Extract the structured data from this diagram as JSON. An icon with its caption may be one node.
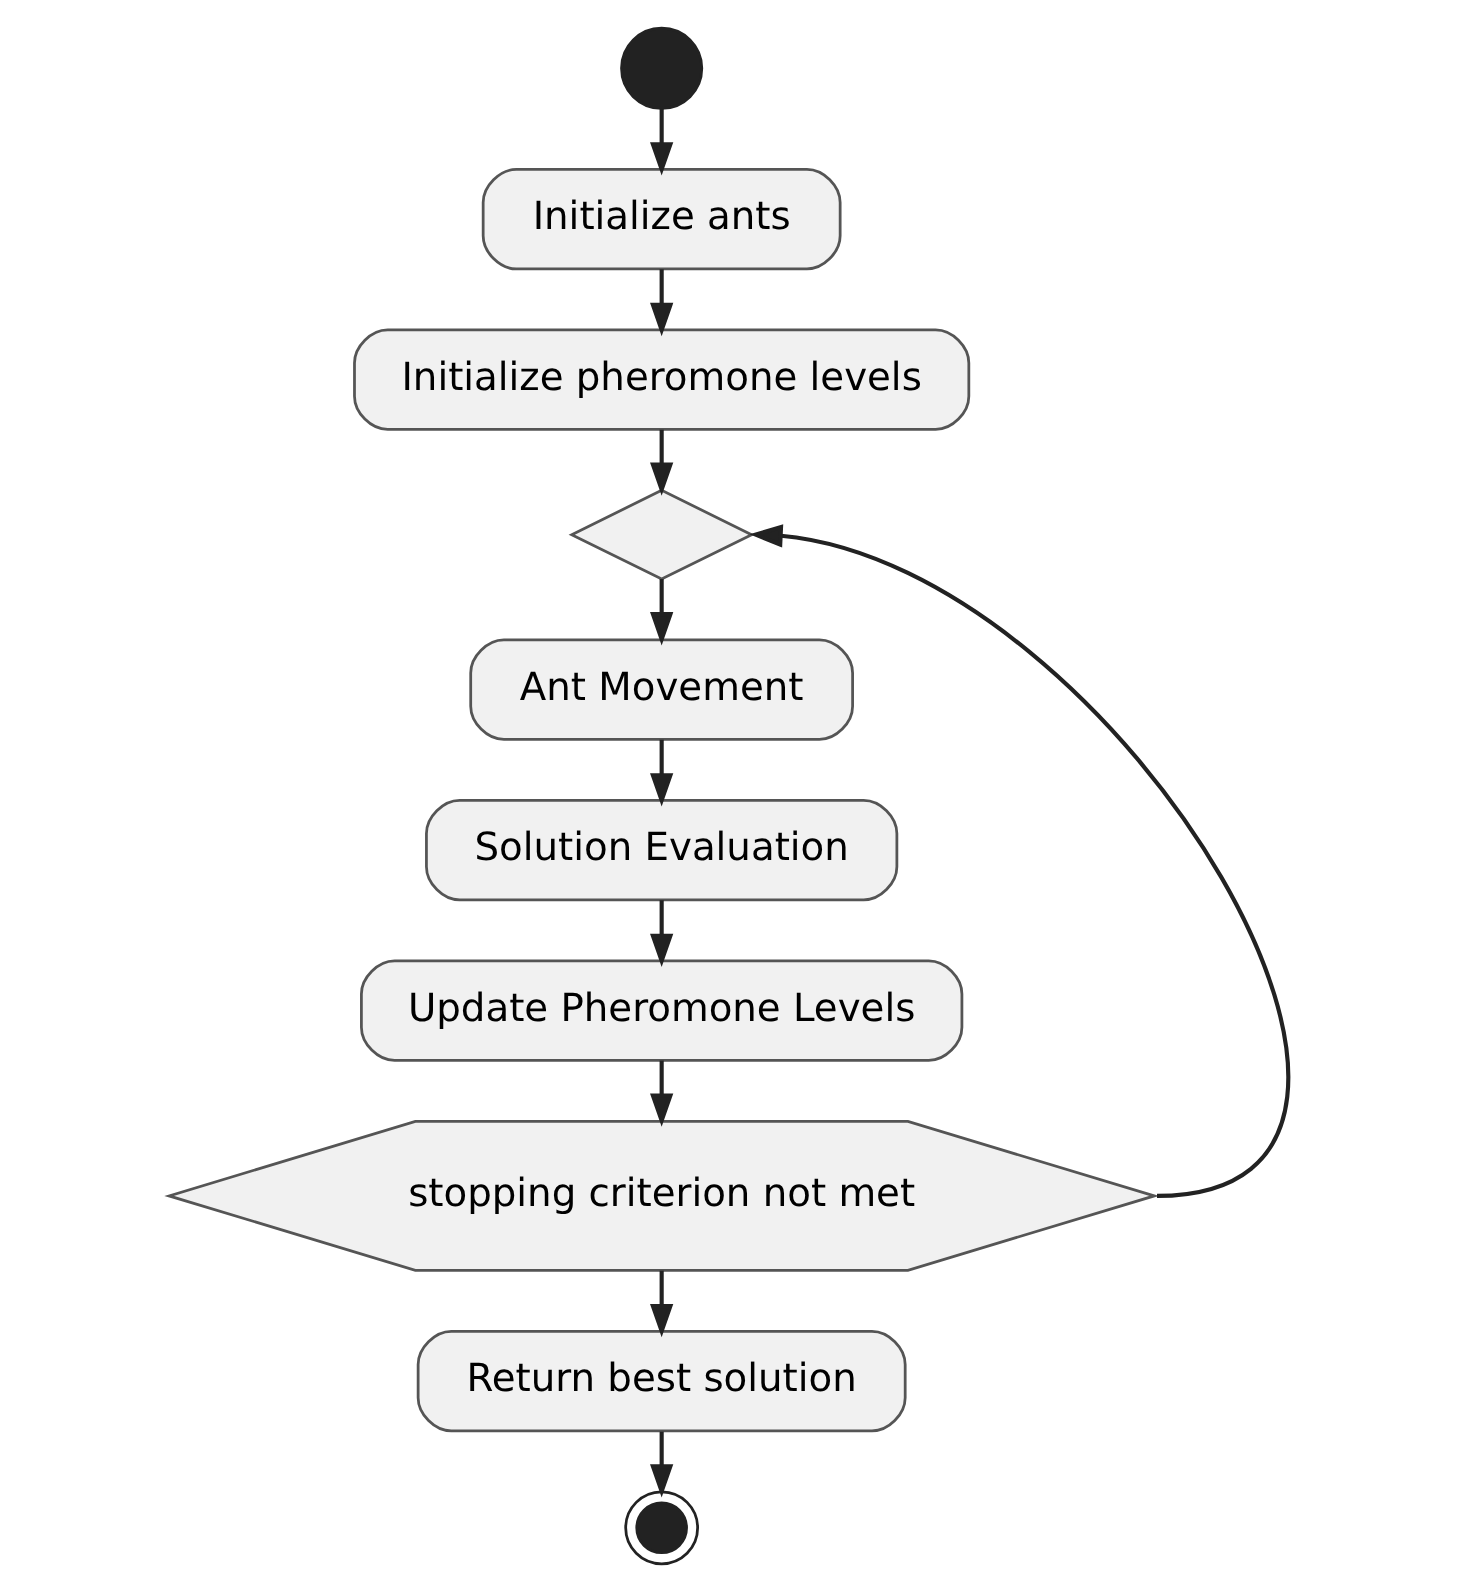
{
  "diagram": {
    "nodes": [
      {
        "text": [],
        "shape": "circle"
      },
      {
        "text": [
          "Initialize ants"
        ]
      },
      {
        "text": [
          "Initialize pheromone levels"
        ]
      },
      {
        "text": [],
        "shape": "diamond"
      },
      {
        "text": [
          "Ant Movement"
        ]
      },
      {
        "text": [
          "Solution Evaluation"
        ]
      },
      {
        "text": [
          "Update Pheromone Levels"
        ]
      },
      {
        "text": [
          "stopping criterion not met"
        ]
      },
      {
        "text": [
          "Return best solution"
        ]
      },
      {
        "text": [],
        "shape": "circle"
      }
    ],
    "edges": [
      {
        "from": 0,
        "to": 1,
        "arrow": "to"
      },
      {
        "from": 1,
        "to": 2,
        "arrow": "to"
      },
      {
        "from": 2,
        "to": 3,
        "arrow": "to"
      },
      {
        "from": 3,
        "to": 4,
        "arrow": "to"
      },
      {
        "from": 4,
        "to": 5,
        "arrow": "to"
      },
      {
        "from": 5,
        "to": 6,
        "arrow": "to"
      },
      {
        "from": 6,
        "to": 7,
        "arrow": "to"
      },
      {
        "from": 7,
        "to": 3,
        "arrow": "to"
      },
      {
        "from": 7,
        "to": 8,
        "arrow": "to"
      },
      {
        "from": 8,
        "to": 9,
        "arrow": "to"
      }
    ]
  }
}
